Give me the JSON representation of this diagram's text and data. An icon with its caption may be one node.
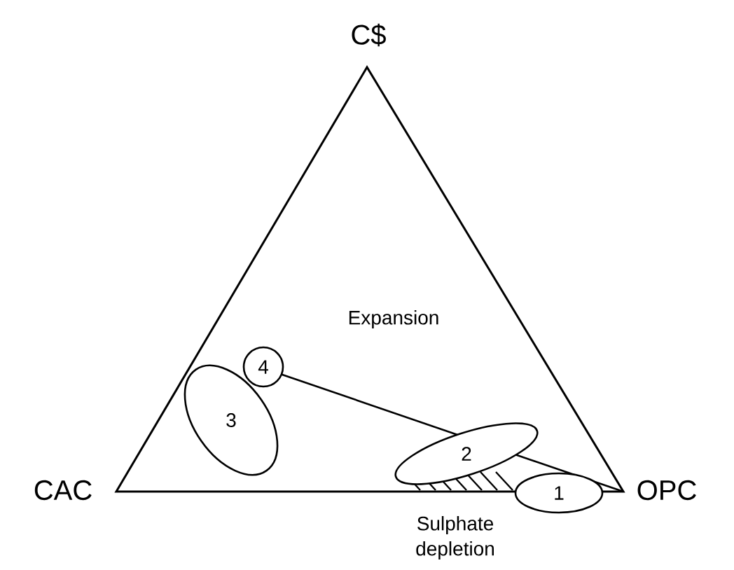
{
  "diagram": {
    "nodes": [
      {
        "text": [
          "1"
        ]
      },
      {
        "text": [
          "2"
        ]
      },
      {
        "text": [
          "3"
        ]
      },
      {
        "text": [
          "4"
        ]
      }
    ],
    "labels": [
      "C$",
      "CAC",
      "OPC",
      "Expansion",
      "Sulphate depletion"
    ]
  }
}
